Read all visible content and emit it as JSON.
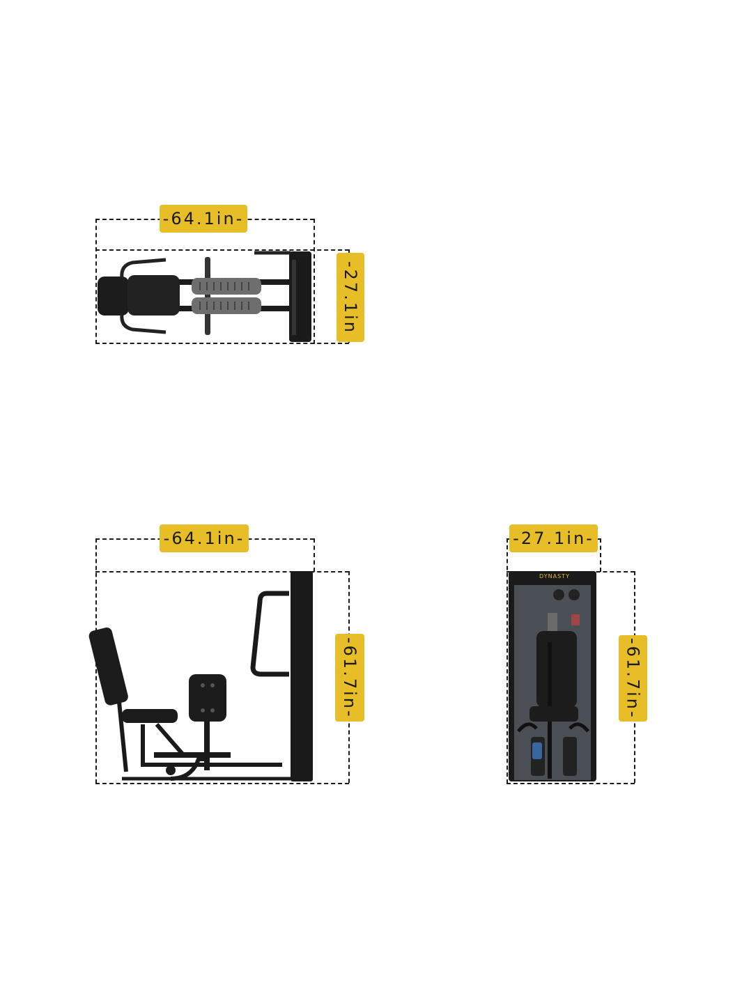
{
  "views": {
    "top": {
      "width_label": "-64.1in-",
      "depth_label": "-27.1in"
    },
    "side": {
      "width_label": "-64.1in-",
      "height_label": "-61.7in-"
    },
    "front": {
      "width_label": "-27.1in-",
      "height_label": "-61.7in-",
      "brand": "DYNASTY"
    }
  },
  "colors": {
    "tag": "#e7bd28",
    "frame": "#1a1a1a",
    "panel": "#4a4f55"
  }
}
